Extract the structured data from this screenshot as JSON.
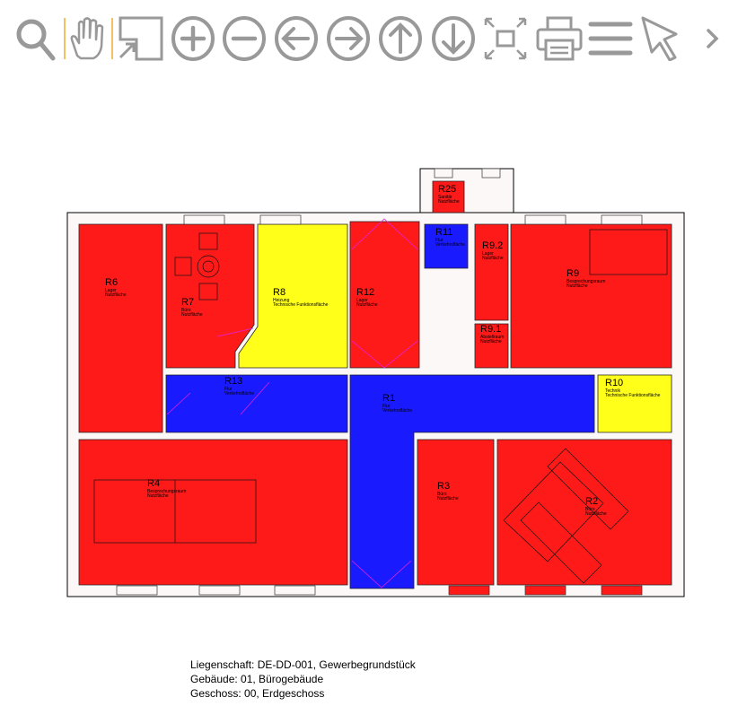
{
  "toolbar": {
    "icons": [
      "search-icon",
      "pan-hand-icon",
      "zoom-extent-icon",
      "zoom-in-icon",
      "zoom-out-icon",
      "arrow-left-icon",
      "arrow-right-icon",
      "arrow-up-icon",
      "arrow-down-icon",
      "fit-screen-icon",
      "print-icon",
      "menu-icon",
      "pointer-icon",
      "chevron-right-icon"
    ],
    "icon_color": "#999999",
    "separator_color": "#f5c060"
  },
  "colors": {
    "nutzflaeche": "#ff1a1a",
    "verkehrsflaeche": "#1a1aff",
    "technisch": "#ffff1a",
    "wall": "#fdf8f8"
  },
  "rooms": [
    {
      "id": "R6",
      "type": "Lager",
      "category": "Nutzfläche"
    },
    {
      "id": "R7",
      "type": "Büro",
      "category": "Nutzfläche"
    },
    {
      "id": "R8",
      "type": "Heizung",
      "category": "Technische Funktionsfläche"
    },
    {
      "id": "R12",
      "type": "Lager",
      "category": "Nutzfläche"
    },
    {
      "id": "R25",
      "type": "Sanitär",
      "category": "Nutzfläche"
    },
    {
      "id": "R11",
      "type": "Flur",
      "category": "Verkehrsfläche"
    },
    {
      "id": "R9.2",
      "type": "Lager",
      "category": "Nutzfläche"
    },
    {
      "id": "R9.1",
      "type": "Abstellraum",
      "category": "Nutzfläche"
    },
    {
      "id": "R9",
      "type": "Besprechungsraum",
      "category": "Nutzfläche"
    },
    {
      "id": "R13",
      "type": "Flur",
      "category": "Verkehrsfläche"
    },
    {
      "id": "R1",
      "type": "Flur",
      "category": "Verkehrsfläche"
    },
    {
      "id": "R10",
      "type": "Technik",
      "category": "Technische Funktionsfläche"
    },
    {
      "id": "R4",
      "type": "Besprechungsraum",
      "category": "Nutzfläche"
    },
    {
      "id": "R3",
      "type": "Büro",
      "category": "Nutzfläche"
    },
    {
      "id": "R2",
      "type": "Büro",
      "category": "Nutzfläche"
    }
  ],
  "footer": {
    "property": "Liegenschaft: DE-DD-001, Gewerbegrundstück",
    "building": "Gebäude: 01, Bürogebäude",
    "floor": "Geschoss: 00, Erdgeschoss"
  }
}
